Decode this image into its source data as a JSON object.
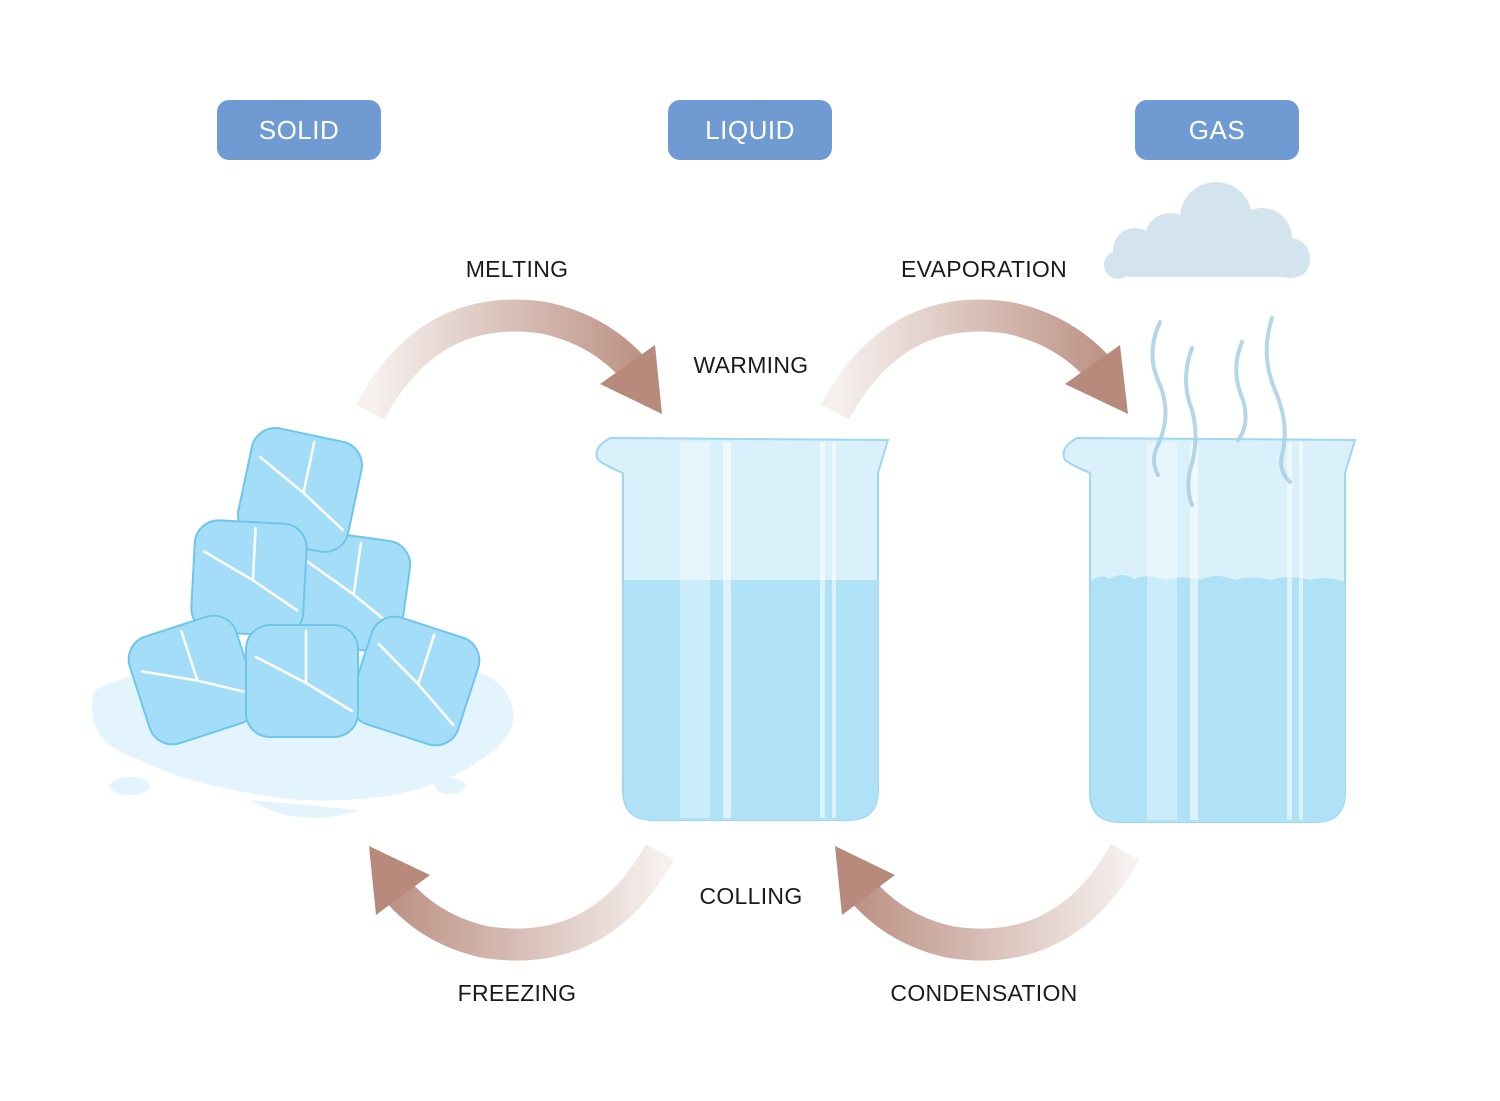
{
  "states": {
    "solid": "SOLID",
    "liquid": "LIQUID",
    "gas": "GAS"
  },
  "processes": {
    "melting": "MELTING",
    "evaporation": "EVAPORATION",
    "warming": "WARMING",
    "cooling": "COLLING",
    "freezing": "FREEZING",
    "condensation": "CONDENSATION"
  },
  "colors": {
    "badge": "#6f9bd2",
    "arrow": "#b88a7c",
    "water": "#b0e2f7",
    "ice": "#a4ddf7",
    "cloud": "#d3e4ee"
  }
}
